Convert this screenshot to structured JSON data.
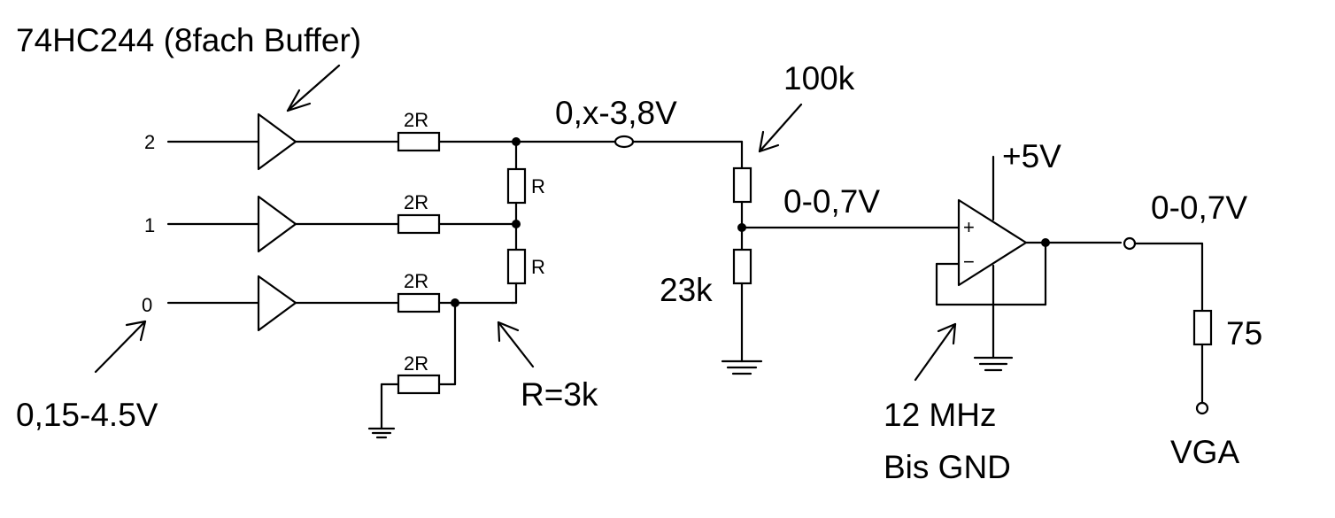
{
  "labels": {
    "buffer_chip": "74HC244 (8fach Buffer)",
    "input_range": "0,15-4.5V",
    "divider_voltage": "0,x-3,8V",
    "top_resistor": "100k",
    "bottom_resistor": "23k",
    "opamp_in_voltage": "0-0,7V",
    "supply": "+5V",
    "output_voltage": "0-0,7V",
    "load_resistor": "75",
    "connector": "VGA",
    "r_value": "R=3k",
    "opamp_note_line1": "12 MHz",
    "opamp_note_line2": "Bis GND"
  },
  "inputs": [
    "2",
    "1",
    "0"
  ],
  "ladder": {
    "series_resistor": "2R",
    "shunt_resistor": "R",
    "pins_plus": "+",
    "pins_minus": "−"
  }
}
